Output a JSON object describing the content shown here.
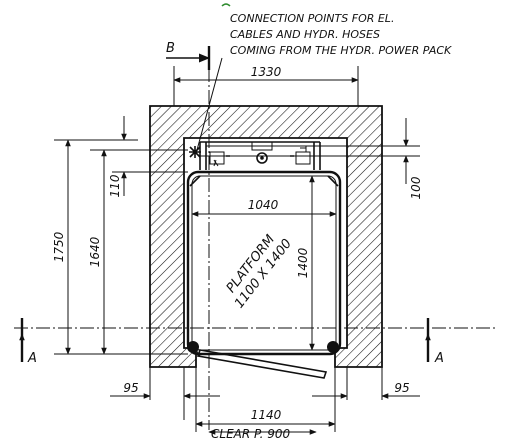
{
  "note_lines": [
    "CONNECTION POINTS FOR EL.",
    "CABLES AND HYDR. HOSES",
    "COMING FROM THE HYDR. POWER PACK"
  ],
  "section_labels": {
    "b": "B",
    "a_left": "A",
    "a_right": "A"
  },
  "dimensions": {
    "shaft_width": "1330",
    "platform_inner_width": "1040",
    "shaft_depth": "1750",
    "depth_1640": "1640",
    "offset_110": "110",
    "offset_100": "100",
    "platform_depth": "1400",
    "wall_left": "95",
    "wall_right": "95",
    "opening_width": "1140"
  },
  "platform_label": [
    "PLATFORM",
    "1100 X 1400"
  ],
  "clear_passage": "CLEAR P. 900",
  "colors": {
    "line": "#111111",
    "background": "#ffffff",
    "accent_mark": "#2e8b2e"
  }
}
